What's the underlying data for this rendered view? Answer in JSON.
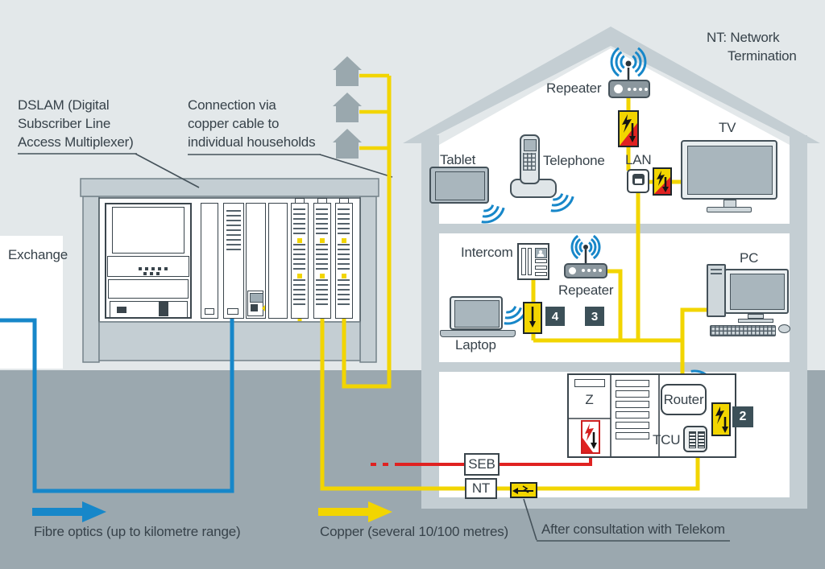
{
  "notes": {
    "nt": [
      "NT: Network",
      "Termination"
    ],
    "consultation": "After consultation with Telekom"
  },
  "labels": {
    "dslam": [
      "DSLAM (Digital",
      "Subscriber Line",
      "Access Multiplexer)"
    ],
    "connection": [
      "Connection via",
      "copper cable to",
      "individual households"
    ],
    "exchange": "Exchange",
    "repeater_top": "Repeater",
    "repeater_mid": "Repeater",
    "tablet": "Tablet",
    "telephone": "Telephone",
    "lan": "LAN",
    "tv": "TV",
    "intercom": "Intercom",
    "laptop": "Laptop",
    "pc": "PC",
    "router": "Router",
    "tcu": "TCU",
    "z": "Z",
    "seb": "SEB",
    "nt": "NT"
  },
  "badges": {
    "b2": "2",
    "b3": "3",
    "b4": "4"
  },
  "legend": {
    "fibre": "Fibre optics (up to kilometre range)",
    "copper": "Copper (several 10/100 metres)"
  },
  "colors": {
    "fibre_blue": "#1787c9",
    "copper_yellow": "#f2d500",
    "power_red": "#e02221",
    "wifi_blue": "#1787c9",
    "badge_slate": "#3c5058",
    "ground_grey": "#9ba8af"
  }
}
